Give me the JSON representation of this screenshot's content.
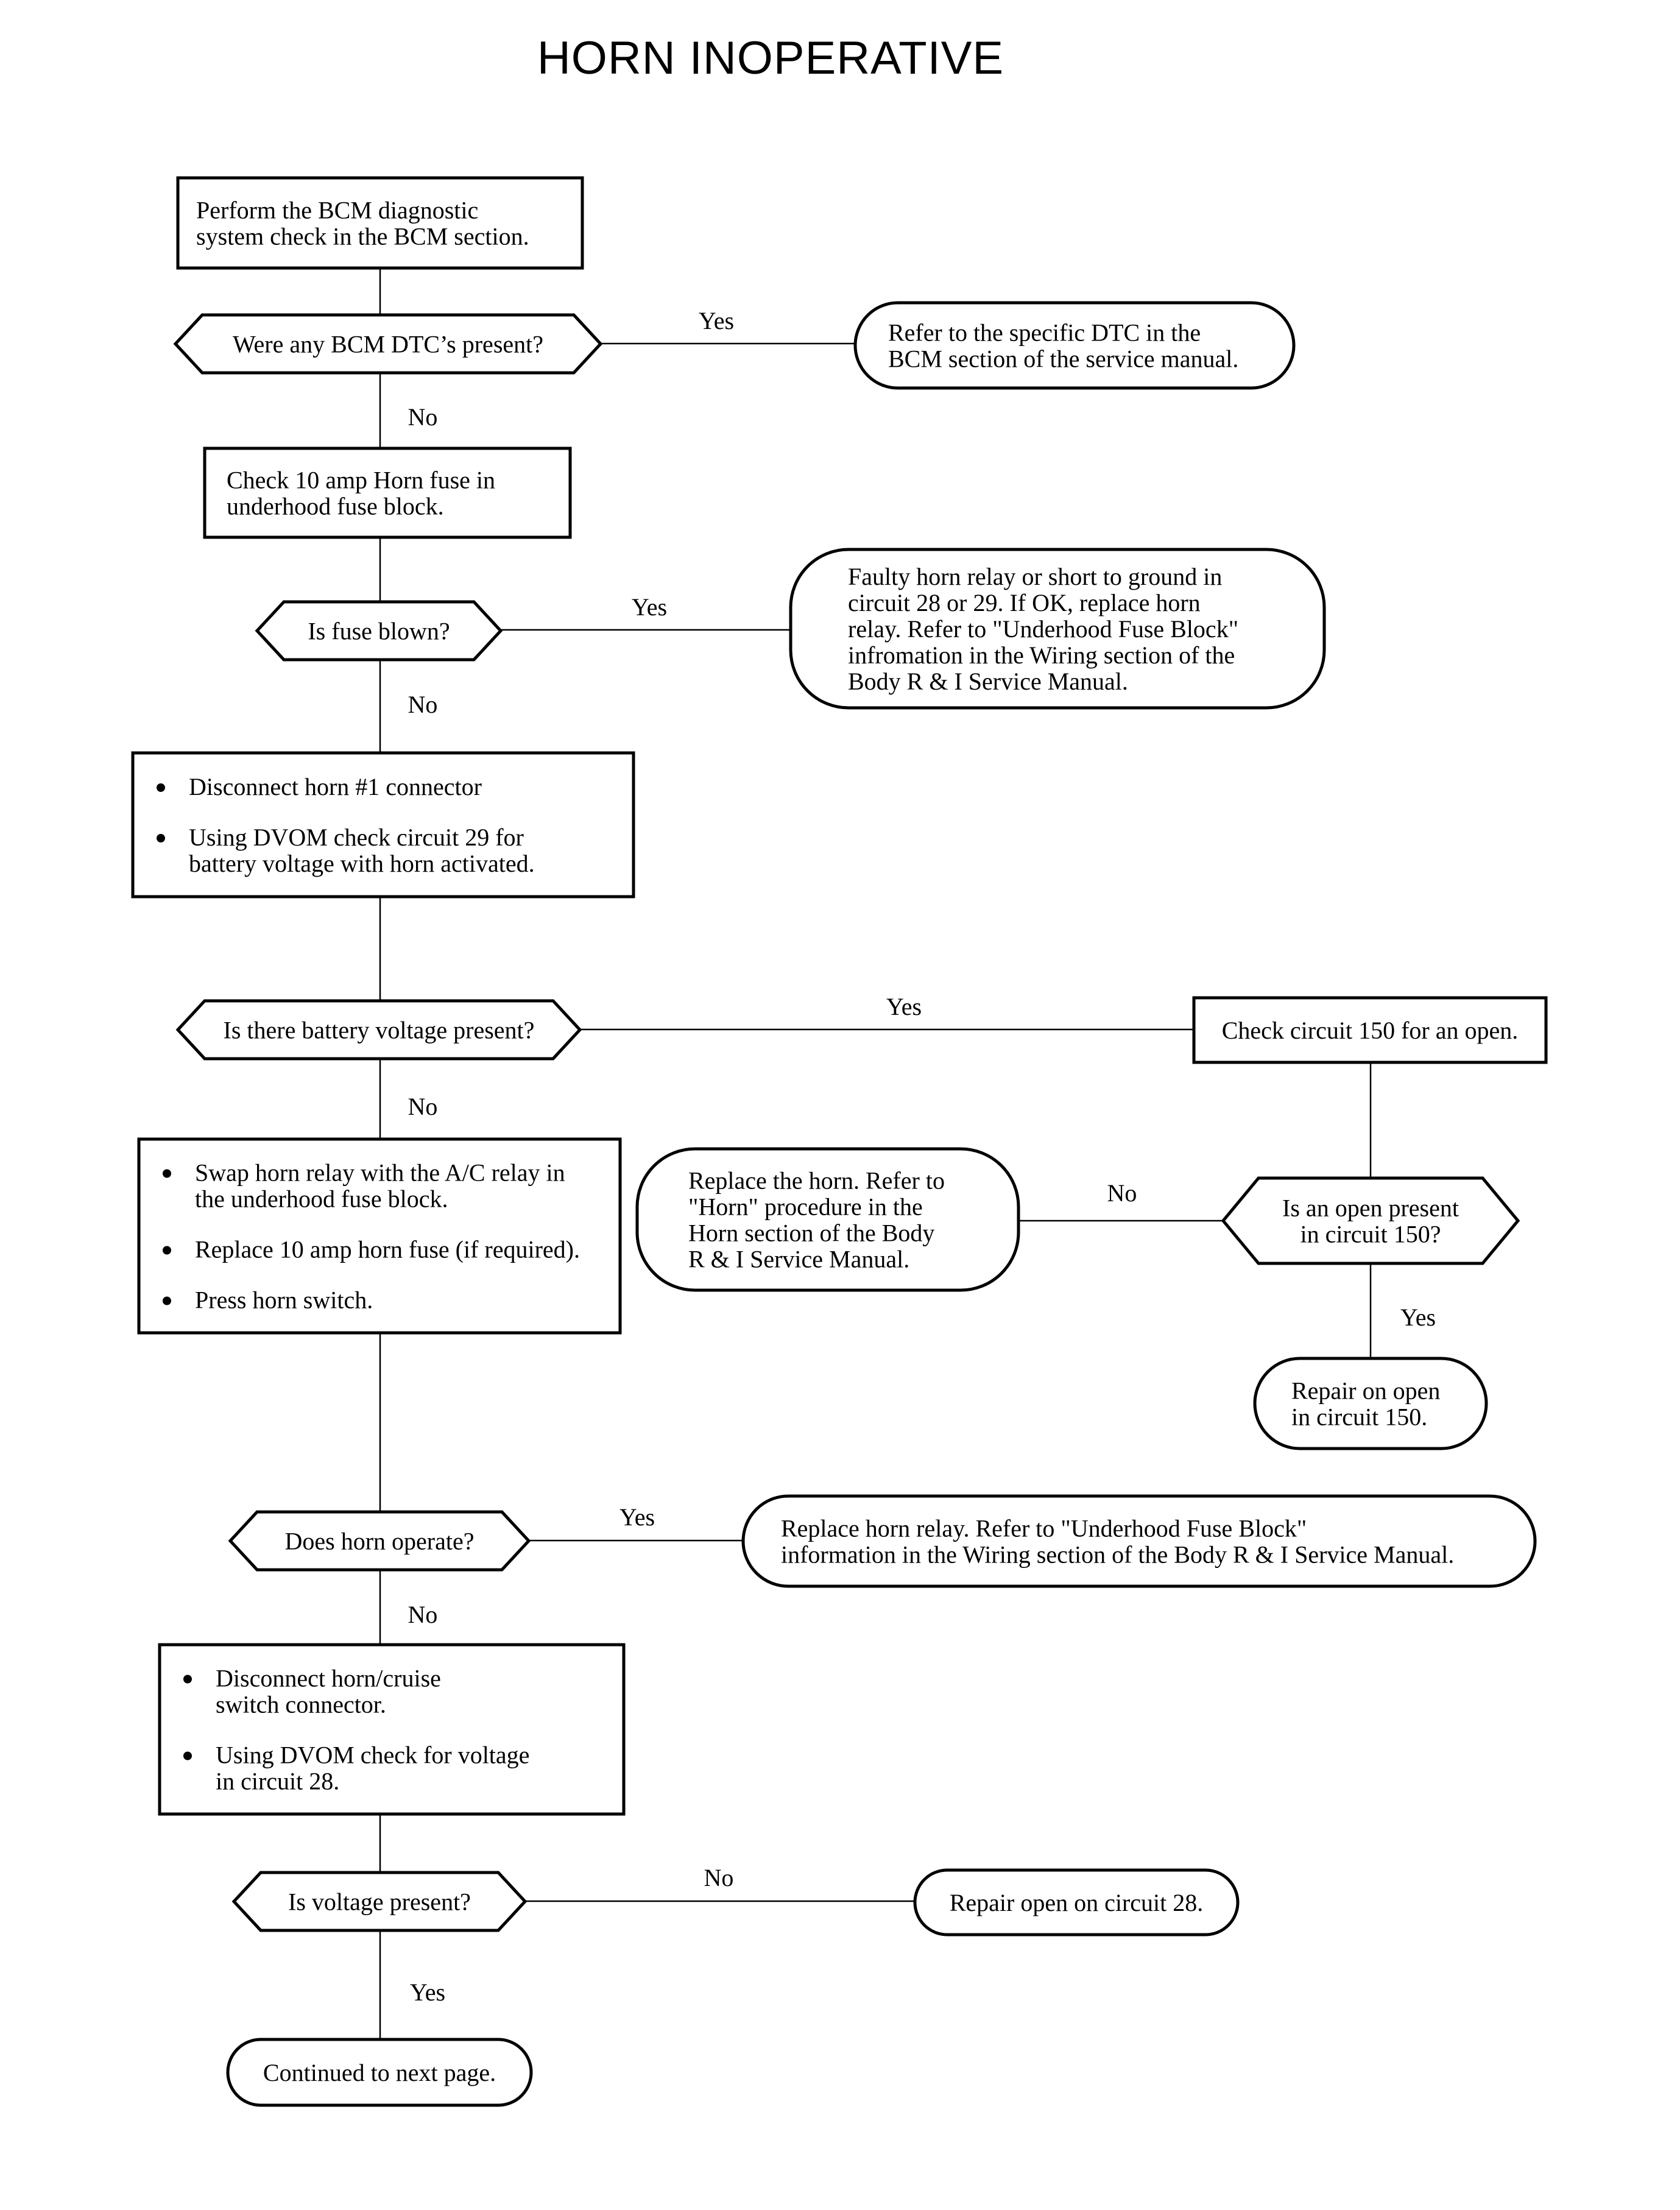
{
  "title": "HORN INOPERATIVE",
  "nodes": [
    {
      "id": "bcm-check",
      "shape": "rect",
      "lines": [
        "Perform the BCM diagnostic",
        "system check in the BCM section."
      ]
    },
    {
      "id": "bcm-dtc-q",
      "shape": "hexagon",
      "lines": [
        "Were any BCM DTC’s present?"
      ]
    },
    {
      "id": "refer-dtc",
      "shape": "terminal",
      "lines": [
        "Refer to the specific DTC in the",
        "BCM section of the service manual."
      ]
    },
    {
      "id": "check-fuse",
      "shape": "rect",
      "lines": [
        "Check 10 amp Horn fuse in",
        "underhood fuse block."
      ]
    },
    {
      "id": "fuse-blown-q",
      "shape": "hexagon",
      "lines": [
        "Is fuse blown?"
      ]
    },
    {
      "id": "faulty-relay",
      "shape": "terminal",
      "lines": [
        "Faulty horn relay or short to ground in",
        "circuit 28 or 29. If OK, replace horn",
        "relay. Refer to \"Underhood Fuse Block\"",
        "infromation in the Wiring section of the",
        "Body R & I Service Manual."
      ]
    },
    {
      "id": "disconnect-horn1",
      "shape": "rect",
      "bullets": [
        [
          "Disconnect horn #1 connector"
        ],
        [
          "Using DVOM check circuit 29 for",
          "battery voltage with horn activated."
        ]
      ]
    },
    {
      "id": "battery-voltage-q",
      "shape": "hexagon",
      "lines": [
        "Is there battery voltage present?"
      ]
    },
    {
      "id": "check-circuit-150",
      "shape": "rect",
      "lines": [
        "Check circuit 150 for an open."
      ]
    },
    {
      "id": "swap-relay",
      "shape": "rect",
      "bullets": [
        [
          "Swap horn relay with the A/C relay in",
          "the underhood fuse block."
        ],
        [
          "Replace 10 amp horn fuse (if required)."
        ],
        [
          "Press horn switch."
        ]
      ]
    },
    {
      "id": "replace-horn",
      "shape": "terminal",
      "lines": [
        "Replace the horn. Refer to",
        "\"Horn\" procedure in the",
        "Horn section of the Body",
        "R & I Service Manual."
      ]
    },
    {
      "id": "open-150-q",
      "shape": "hexagon",
      "lines": [
        "Is an open present",
        "in circuit 150?"
      ]
    },
    {
      "id": "repair-open-150",
      "shape": "terminal",
      "lines": [
        "Repair on open",
        "in circuit 150."
      ]
    },
    {
      "id": "horn-operate-q",
      "shape": "hexagon",
      "lines": [
        "Does horn operate?"
      ]
    },
    {
      "id": "replace-relay",
      "shape": "terminal",
      "lines": [
        "Replace horn relay. Refer to \"Underhood Fuse Block\"",
        "information in the Wiring section of the Body R & I Service Manual."
      ]
    },
    {
      "id": "disconnect-switch",
      "shape": "rect",
      "bullets": [
        [
          "Disconnect horn/cruise",
          "switch connector."
        ],
        [
          "Using DVOM check for voltage",
          "in circuit 28."
        ]
      ]
    },
    {
      "id": "voltage-q",
      "shape": "hexagon",
      "lines": [
        "Is voltage present?"
      ]
    },
    {
      "id": "repair-open-28",
      "shape": "terminal",
      "lines": [
        "Repair open on circuit 28."
      ]
    },
    {
      "id": "continued",
      "shape": "terminal",
      "lines": [
        "Continued to next page."
      ]
    }
  ],
  "edges": [
    {
      "from": "bcm-check",
      "to": "bcm-dtc-q",
      "label": ""
    },
    {
      "from": "bcm-dtc-q",
      "to": "refer-dtc",
      "label": "Yes"
    },
    {
      "from": "bcm-dtc-q",
      "to": "check-fuse",
      "label": "No"
    },
    {
      "from": "check-fuse",
      "to": "fuse-blown-q",
      "label": ""
    },
    {
      "from": "fuse-blown-q",
      "to": "faulty-relay",
      "label": "Yes"
    },
    {
      "from": "fuse-blown-q",
      "to": "disconnect-horn1",
      "label": "No"
    },
    {
      "from": "disconnect-horn1",
      "to": "battery-voltage-q",
      "label": ""
    },
    {
      "from": "battery-voltage-q",
      "to": "check-circuit-150",
      "label": "Yes"
    },
    {
      "from": "battery-voltage-q",
      "to": "swap-relay",
      "label": "No"
    },
    {
      "from": "check-circuit-150",
      "to": "open-150-q",
      "label": ""
    },
    {
      "from": "open-150-q",
      "to": "replace-horn",
      "label": "No"
    },
    {
      "from": "open-150-q",
      "to": "repair-open-150",
      "label": "Yes"
    },
    {
      "from": "swap-relay",
      "to": "horn-operate-q",
      "label": ""
    },
    {
      "from": "horn-operate-q",
      "to": "replace-relay",
      "label": "Yes"
    },
    {
      "from": "horn-operate-q",
      "to": "disconnect-switch",
      "label": "No"
    },
    {
      "from": "disconnect-switch",
      "to": "voltage-q",
      "label": ""
    },
    {
      "from": "voltage-q",
      "to": "repair-open-28",
      "label": "No"
    },
    {
      "from": "voltage-q",
      "to": "continued",
      "label": "Yes"
    }
  ]
}
